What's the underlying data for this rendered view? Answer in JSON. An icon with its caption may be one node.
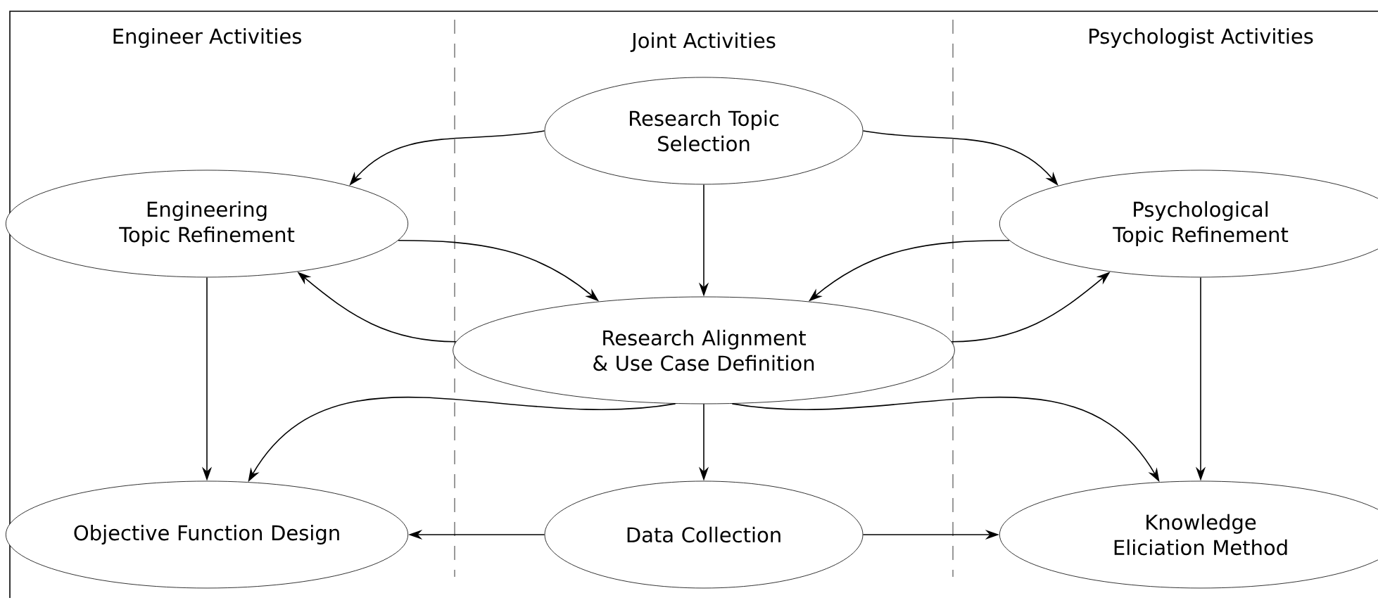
{
  "diagram": {
    "nodes": [
      {
        "text": [
          "Research Topic Selection"
        ]
      },
      {
        "text": [
          "Engineering Topic Refinement"
        ]
      },
      {
        "text": [
          "Psychological Topic Refinement"
        ]
      },
      {
        "text": [
          "Research Alignment & Use Case Definition"
        ]
      },
      {
        "text": [
          "Objective Function Design"
        ]
      },
      {
        "text": [
          "Data Collection"
        ]
      },
      {
        "text": [
          "Knowledge Eliciation Method"
        ]
      }
    ],
    "edges": [
      {
        "from": 0,
        "to": 1,
        "arrow": "to"
      },
      {
        "from": 0,
        "to": 3,
        "arrow": "to"
      },
      {
        "from": 0,
        "to": 2,
        "arrow": "to"
      },
      {
        "from": 1,
        "to": 3,
        "arrow": "to"
      },
      {
        "from": 3,
        "to": 1,
        "arrow": "to"
      },
      {
        "from": 2,
        "to": 3,
        "arrow": "to"
      },
      {
        "from": 3,
        "to": 2,
        "arrow": "to"
      },
      {
        "from": 1,
        "to": 4,
        "arrow": "to"
      },
      {
        "from": 3,
        "to": 4,
        "arrow": "to"
      },
      {
        "from": 3,
        "to": 5,
        "arrow": "to"
      },
      {
        "from": 3,
        "to": 6,
        "arrow": "to"
      },
      {
        "from": 2,
        "to": 6,
        "arrow": "to"
      },
      {
        "from": 5,
        "to": 4,
        "arrow": "to"
      },
      {
        "from": 5,
        "to": 6,
        "arrow": "to"
      }
    ],
    "labels": [
      "Engineer Activities",
      "Joint Activities",
      "Psychologist Activities"
    ]
  }
}
